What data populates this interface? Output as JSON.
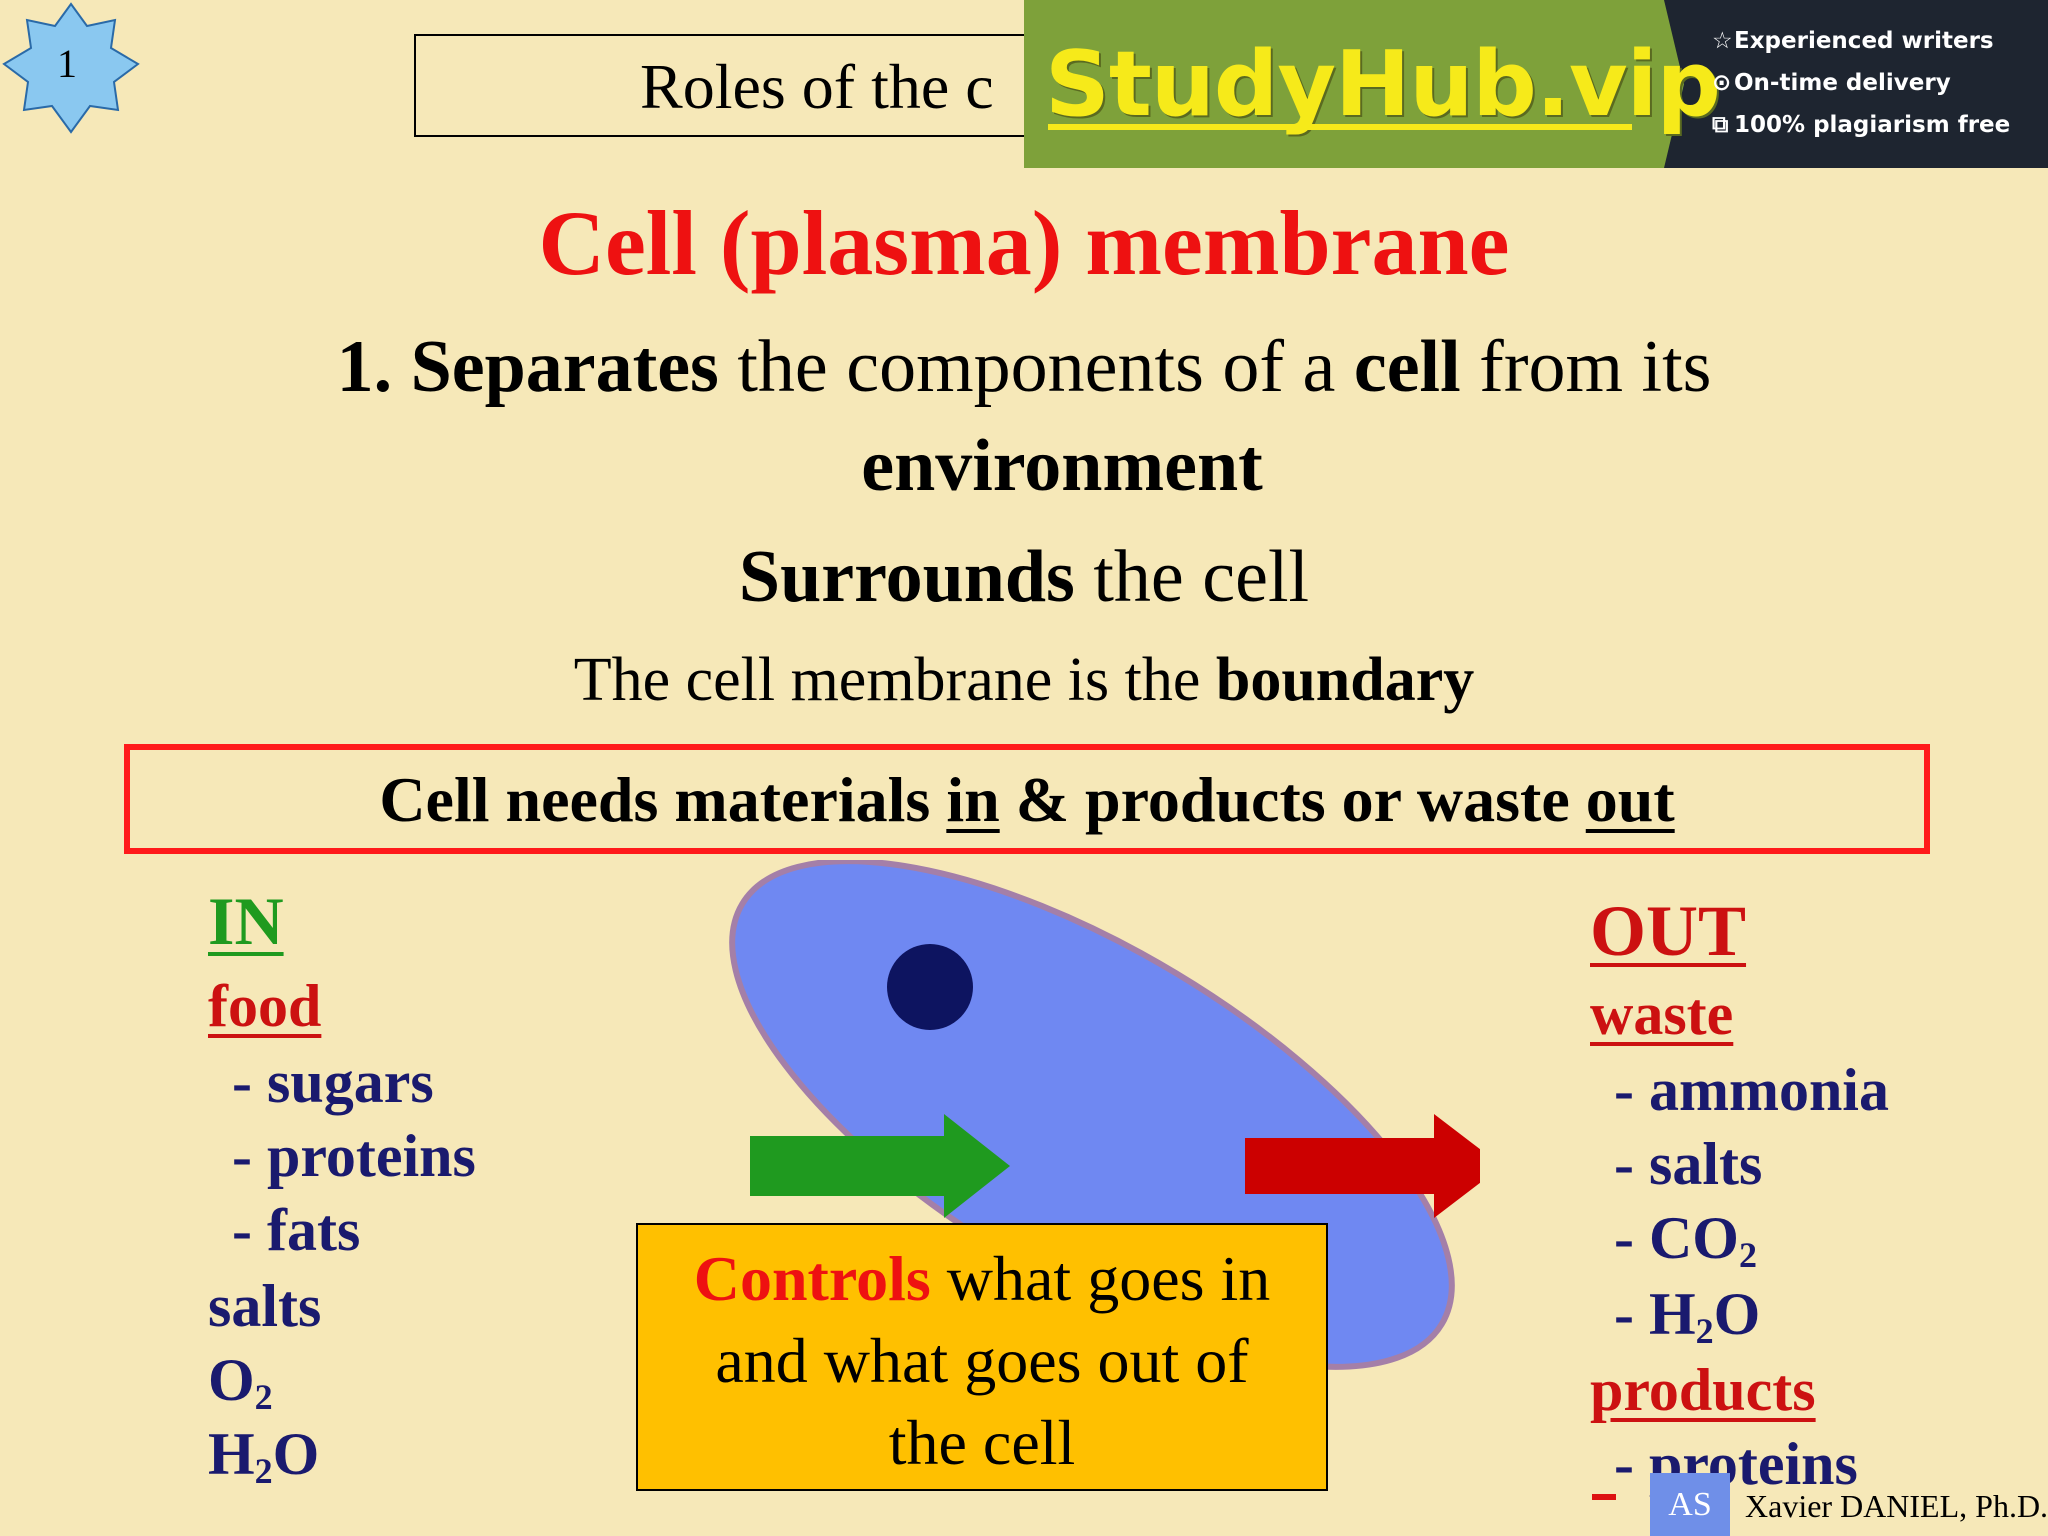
{
  "slide": {
    "number": "1",
    "title": "Roles of the c"
  },
  "banner": {
    "brand": "StudyHub.vip",
    "features": [
      "Experienced writers",
      "On-time delivery",
      "100% plagiarism free"
    ],
    "colors": {
      "green": "#7ea13a",
      "dark": "#1e2530",
      "brand_text": "#f6ea1a"
    }
  },
  "main": {
    "heading": "Cell (plasma) membrane",
    "line1": {
      "num": "1.",
      "bold1": "Separates",
      "mid1": " the components of a ",
      "bold2": "cell",
      "mid2": " from its"
    },
    "line2": "environment",
    "line3": {
      "bold": "Surrounds",
      "rest": " the cell"
    },
    "line4": {
      "text": "The cell membrane is the ",
      "bold": "boundary"
    },
    "needs": {
      "p1": "Cell needs materials ",
      "in": "in",
      "p2": " & products or waste ",
      "out": "out"
    }
  },
  "in_column": {
    "heading": "IN",
    "food": "food",
    "food_items": [
      "- sugars",
      "- proteins",
      "- fats"
    ],
    "salts": "salts",
    "o2_main": "O",
    "o2_sub": "2",
    "h2o_a": "H",
    "h2o_sub": "2",
    "h2o_b": "O"
  },
  "out_column": {
    "heading": "OUT",
    "waste": "waste",
    "waste_items": [
      "- ammonia",
      "- salts"
    ],
    "co2_a": "- CO",
    "co2_sub": "2",
    "h2o_a": "- H",
    "h2o_sub": "2",
    "h2o_b": "O",
    "products": "products",
    "product_item": "- proteins"
  },
  "controls": {
    "bold": "Controls",
    "rest1": " what goes in",
    "rest2": "and what goes out of",
    "rest3": "the cell"
  },
  "footer": {
    "badge": "AS",
    "author": "Xavier DANIEL, Ph.D."
  },
  "colors": {
    "background": "#f6e8b8",
    "heading_red": "#ee1111",
    "in_green": "#1f9a1f",
    "list_navy": "#1a1a6e",
    "cell_blue": "#6f88f2",
    "controls_yellow": "#ffc000"
  }
}
